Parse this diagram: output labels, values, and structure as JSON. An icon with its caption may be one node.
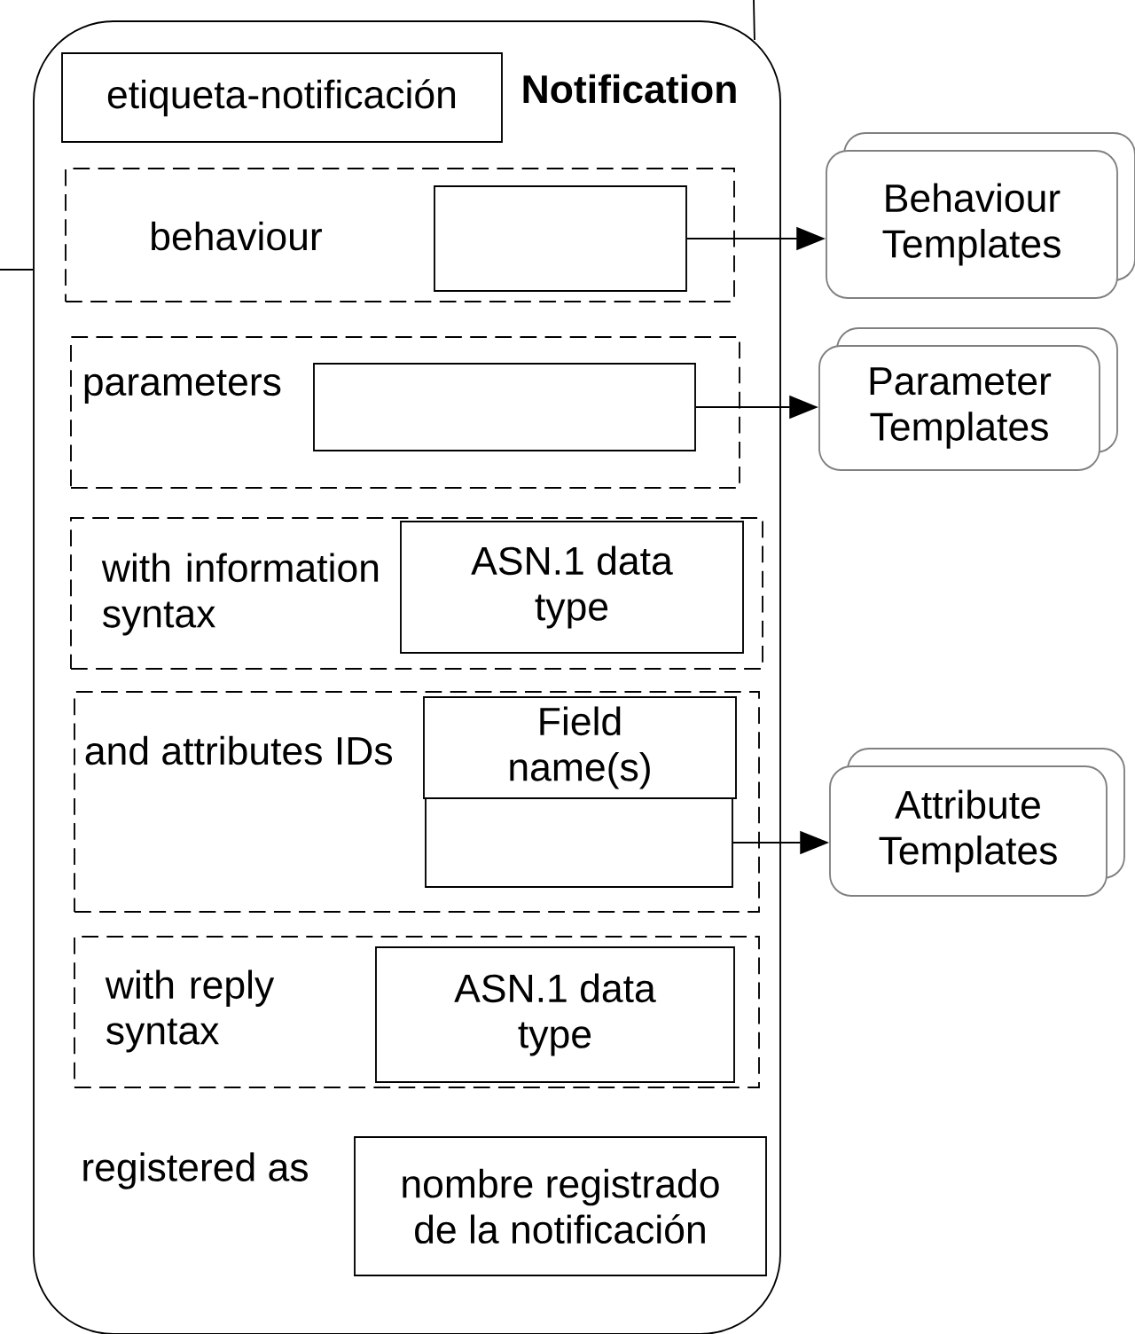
{
  "diagram": {
    "nodes": [
      {
        "text": [
          "Notification"
        ]
      },
      {
        "text": [
          "etiqueta-notificación"
        ],
        "in": 0
      },
      {
        "text": [
          "behaviour"
        ],
        "in": 0
      },
      {
        "text": [],
        "shape": "box",
        "in": 2
      },
      {
        "text": [
          "parameters"
        ],
        "in": 0
      },
      {
        "text": [],
        "shape": "box",
        "in": 4
      },
      {
        "text": [
          "with information syntax"
        ],
        "in": 0
      },
      {
        "text": [
          "ASN.1 data type"
        ],
        "in": 6
      },
      {
        "text": [
          "and attributes IDs"
        ],
        "in": 0
      },
      {
        "text": [
          "Field name(s)"
        ],
        "in": 8
      },
      {
        "text": [],
        "shape": "box",
        "in": 8
      },
      {
        "text": [
          "with reply syntax"
        ],
        "in": 0
      },
      {
        "text": [
          "ASN.1 data type"
        ],
        "in": 11
      },
      {
        "text": [
          "nombre registrado de la notificación"
        ],
        "in": 0
      },
      {
        "text": [
          "Behaviour Templates"
        ]
      },
      {
        "text": [
          "Parameter Templates"
        ]
      },
      {
        "text": [
          "Attribute Templates"
        ]
      }
    ],
    "edges": [
      {
        "from": null,
        "to": 0,
        "arrow": "none"
      },
      {
        "from": null,
        "to": 0,
        "arrow": "none"
      },
      {
        "from": 3,
        "to": 14,
        "arrow": "to"
      },
      {
        "from": 5,
        "to": 15,
        "arrow": "to"
      },
      {
        "from": 10,
        "to": 16,
        "arrow": "to"
      }
    ],
    "labels": [
      "registered as"
    ]
  }
}
